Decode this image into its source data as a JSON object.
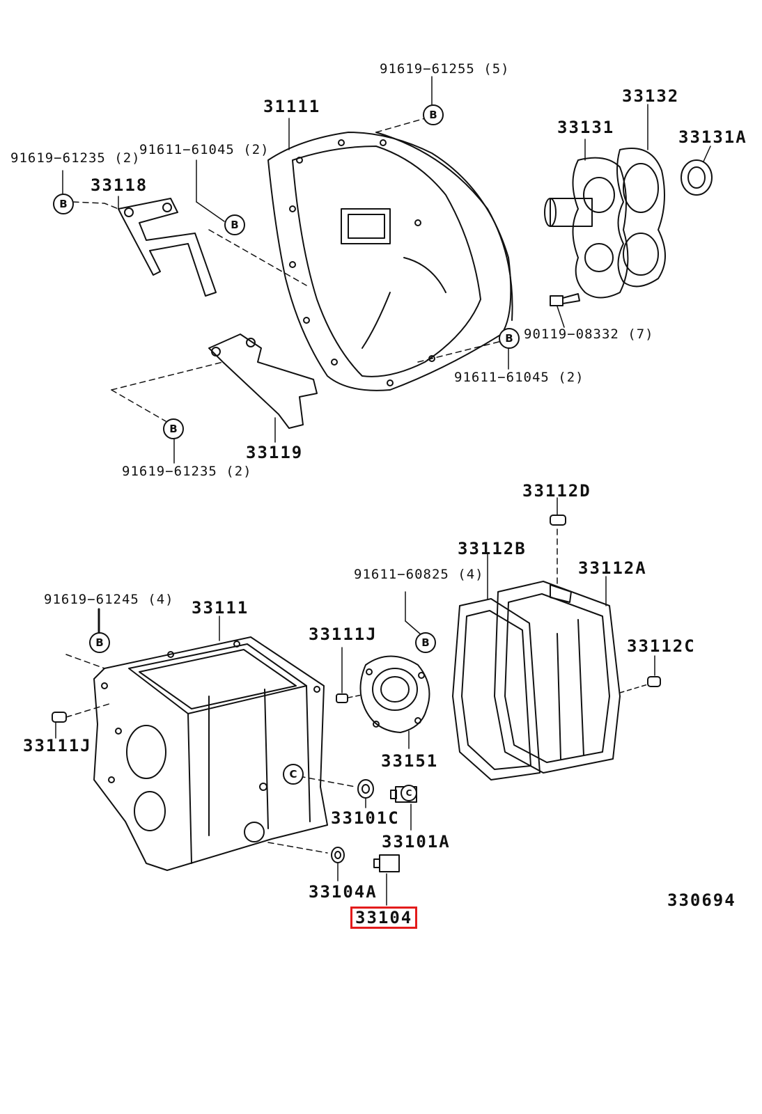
{
  "diagram": {
    "callout_letters": {
      "b": "B",
      "c": "C"
    },
    "labels": {
      "p91619_61255_5": "91619−61255 (5)",
      "p31111_top": "31111",
      "p33132": "33132",
      "p33131": "33131",
      "p33131A": "33131A",
      "p91619_61235_2_top": "91619−61235 (2)",
      "p91611_61045_2_top": "91611−61045 (2)",
      "p33118": "33118",
      "p90119_08332_7": "90119−08332 (7)",
      "p91611_61045_2_bottom": "91611−61045 (2)",
      "p33119": "33119",
      "p91619_61235_2_bottom": "91619−61235 (2)",
      "p33112D": "33112D",
      "p33112B": "33112B",
      "p33112A": "33112A",
      "p91611_60825_4": "91611−60825 (4)",
      "p91619_61245_4": "91619−61245 (4)",
      "p31111_bottom": "33111",
      "p33111J_right": "33111J",
      "p33112C": "33112C",
      "p33111J_left": "33111J",
      "p33151": "33151",
      "p33101C": "33101C",
      "p33101A": "33101A",
      "p33104A": "33104A",
      "p33104": "33104",
      "ref_code": "330694"
    },
    "highlight_color": "#e31b1b"
  }
}
